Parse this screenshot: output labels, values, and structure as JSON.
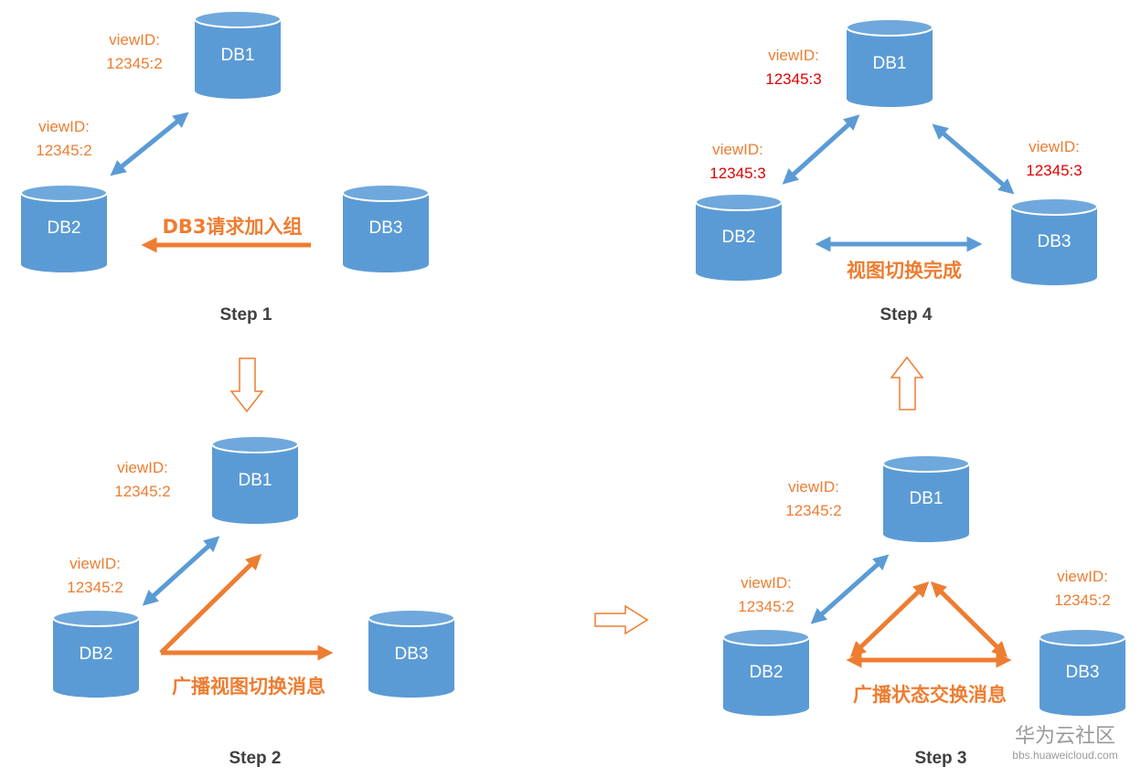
{
  "colors": {
    "db_fill": "#5b9bd5",
    "db_top": "#6fa8dc",
    "view_id_text": "#ed7d31",
    "updated_view_id_text": "#e00000",
    "broadcast_arrow": "#ed7d31",
    "sync_arrow": "#5b9bd5",
    "step_label": "#404040"
  },
  "step1": {
    "label": "Step 1",
    "db1": {
      "name": "DB1",
      "view_label": "viewID:",
      "view_value": "12345:2"
    },
    "db2": {
      "name": "DB2",
      "view_label": "viewID:",
      "view_value": "12345:2"
    },
    "db3": {
      "name": "DB3"
    },
    "message": "DB3请求加入组"
  },
  "step2": {
    "label": "Step 2",
    "db1": {
      "name": "DB1",
      "view_label": "viewID:",
      "view_value": "12345:2"
    },
    "db2": {
      "name": "DB2",
      "view_label": "viewID:",
      "view_value": "12345:2"
    },
    "db3": {
      "name": "DB3"
    },
    "message": "广播视图切换消息"
  },
  "step3": {
    "label": "Step 3",
    "db1": {
      "name": "DB1",
      "view_label": "viewID:",
      "view_value": "12345:2"
    },
    "db2": {
      "name": "DB2",
      "view_label": "viewID:",
      "view_value": "12345:2"
    },
    "db3": {
      "name": "DB3",
      "view_label": "viewID:",
      "view_value": "12345:2"
    },
    "message": "广播状态交换消息"
  },
  "step4": {
    "label": "Step 4",
    "db1": {
      "name": "DB1",
      "view_label": "viewID:",
      "view_value": "12345:3"
    },
    "db2": {
      "name": "DB2",
      "view_label": "viewID:",
      "view_value": "12345:3"
    },
    "db3": {
      "name": "DB3",
      "view_label": "viewID:",
      "view_value": "12345:3"
    },
    "message": "视图切换完成"
  },
  "watermark": {
    "title": "华为云社区",
    "url": "bbs.huaweicloud.com"
  }
}
